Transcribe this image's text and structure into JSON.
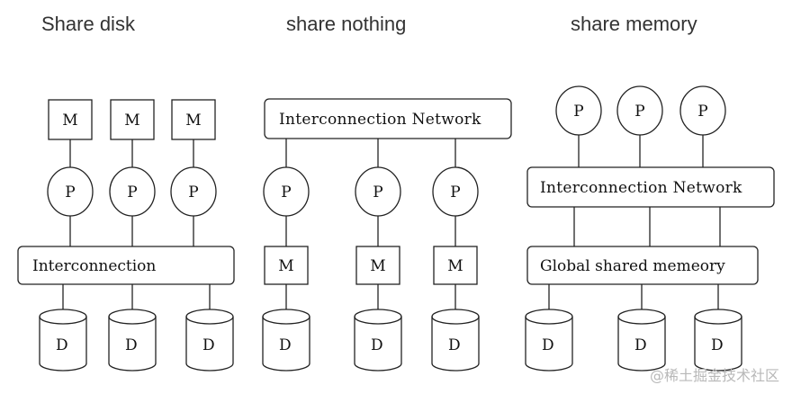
{
  "headings": {
    "disk": "Share disk",
    "nothing": "share nothing",
    "memory": "share memory"
  },
  "labels": {
    "memory": "M",
    "processor": "P",
    "disk": "D",
    "interconnection": "Interconnection",
    "interconnection_network": "Interconnection Network",
    "global_shared_memory": "Global shared memeory"
  },
  "watermark": "@稀土掘金技术社区",
  "colors": {
    "stroke": "#222222",
    "heading": "#333333",
    "watermark": "#b8b8b8"
  }
}
